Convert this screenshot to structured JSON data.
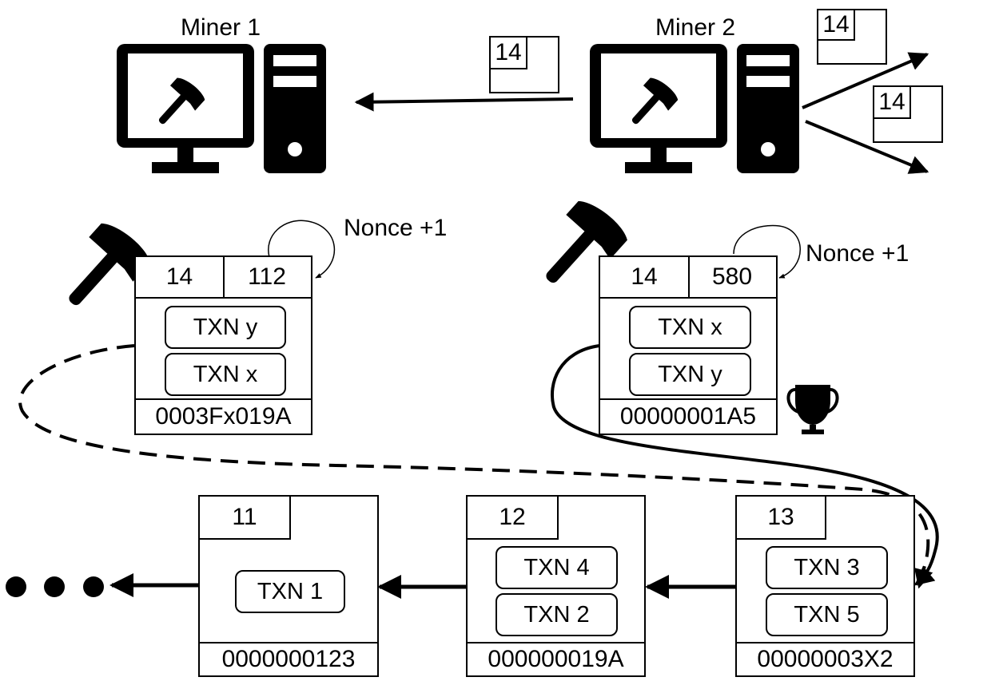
{
  "miners": [
    {
      "label": "Miner 1"
    },
    {
      "label": "Miner 2"
    }
  ],
  "broadcast_tags": [
    "14",
    "14",
    "14"
  ],
  "candidate_blocks": [
    {
      "height": "14",
      "nonce": "112",
      "txns": [
        "TXN y",
        "TXN x"
      ],
      "hash": "0003Fx019A",
      "nonce_label": "Nonce +1"
    },
    {
      "height": "14",
      "nonce": "580",
      "txns": [
        "TXN x",
        "TXN y"
      ],
      "hash": "00000001A5",
      "nonce_label": "Nonce +1"
    }
  ],
  "chain": [
    {
      "height": "11",
      "txns": [
        "TXN 1"
      ],
      "hash": "0000000123"
    },
    {
      "height": "12",
      "txns": [
        "TXN 4",
        "TXN 2"
      ],
      "hash": "000000019A"
    },
    {
      "height": "13",
      "txns": [
        "TXN 3",
        "TXN 5"
      ],
      "hash": "00000003X2"
    }
  ],
  "icons": [
    "monitor-icon",
    "tower-icon",
    "hammer-icon",
    "trophy-icon",
    "ellipsis-icon"
  ],
  "colors": {
    "ink": "#000000",
    "background": "#ffffff"
  }
}
